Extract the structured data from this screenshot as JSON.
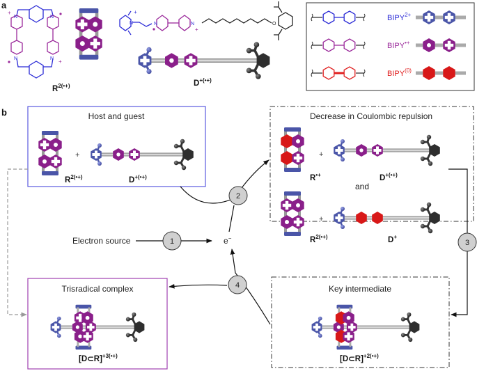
{
  "panel_a": {
    "label": "a",
    "macrocycle_label": {
      "base": "R",
      "sup": "2(•+)"
    },
    "dumbbell_label": {
      "base": "D",
      "sup": "+(•+)"
    },
    "legend": [
      {
        "name": "BIPY",
        "sup": "2+",
        "color": "#2b2bd6",
        "state": "dication"
      },
      {
        "name": "BIPY",
        "sup": "•+",
        "color": "#9b2a9b",
        "state": "radical-cation"
      },
      {
        "name": "BIPY",
        "sup": "(0)",
        "color": "#e02020",
        "state": "neutral"
      }
    ]
  },
  "panel_b": {
    "label": "b",
    "host_guest_box": {
      "title": "Host and guest",
      "plus": "+",
      "left_label": {
        "base": "R",
        "sup": "2(•+)"
      },
      "right_label": {
        "base": "D",
        "sup": "+(•+)"
      }
    },
    "coulombic_box": {
      "title": "Decrease in Coulombic repulsion",
      "and": "and",
      "plus": "+",
      "row1_left": {
        "base": "R",
        "sup": "•+"
      },
      "row1_right": {
        "base": "D",
        "sup": "+(•+)"
      },
      "row2_left": {
        "base": "R",
        "sup": "2(•+)"
      },
      "row2_right": {
        "base": "D",
        "sup": "+"
      }
    },
    "electron_source": "Electron source",
    "electron": "e",
    "electron_sup": "−",
    "steps": [
      "1",
      "2",
      "3",
      "4"
    ],
    "trisradical_box": {
      "title": "Trisradical complex",
      "label": {
        "base": "[D⊂R]",
        "sup": "+3(•+)"
      }
    },
    "intermediate_box": {
      "title": "Key intermediate",
      "label": {
        "base": "[D⊂R]",
        "sup": "+2(•+)"
      }
    }
  },
  "colors": {
    "dication": "#4a55a8",
    "radical": "#8a1f8a",
    "neutral": "#d81818",
    "stopper": "#2e2e2e",
    "host_box": "#5a5ae0",
    "trisradical_box": "#a040b0",
    "step_fill": "#d0d0d0"
  }
}
